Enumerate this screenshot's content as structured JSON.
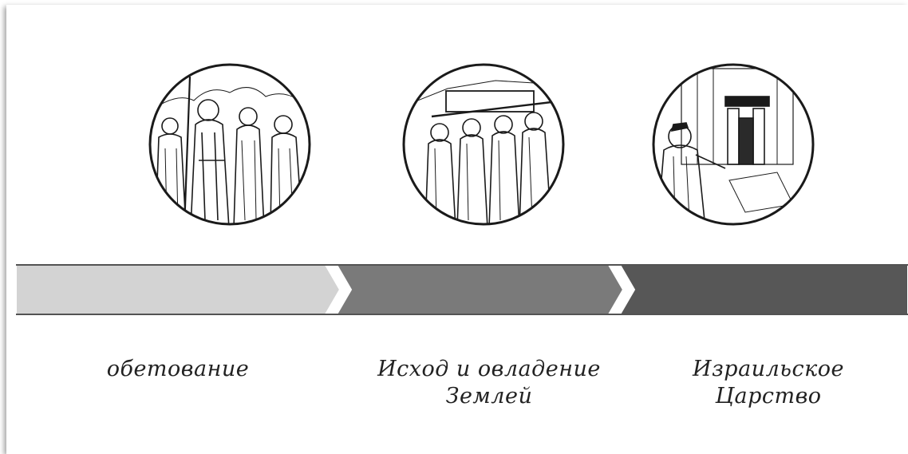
{
  "stages": [
    {
      "label": "обетование",
      "label_line2": "",
      "icon": "crowd-with-staff-icon",
      "color": "#d3d3d3"
    },
    {
      "label": "Исход и овладение",
      "label_line2": "Землей",
      "icon": "procession-carrying-ark-icon",
      "color": "#7a7a7a"
    },
    {
      "label": "Израильское Царство",
      "label_line2": "",
      "icon": "king-before-temple-icon",
      "color": "#575757"
    }
  ],
  "colors": {
    "outline": "#1a1a1a",
    "arrow_edge": "#ffffff"
  }
}
